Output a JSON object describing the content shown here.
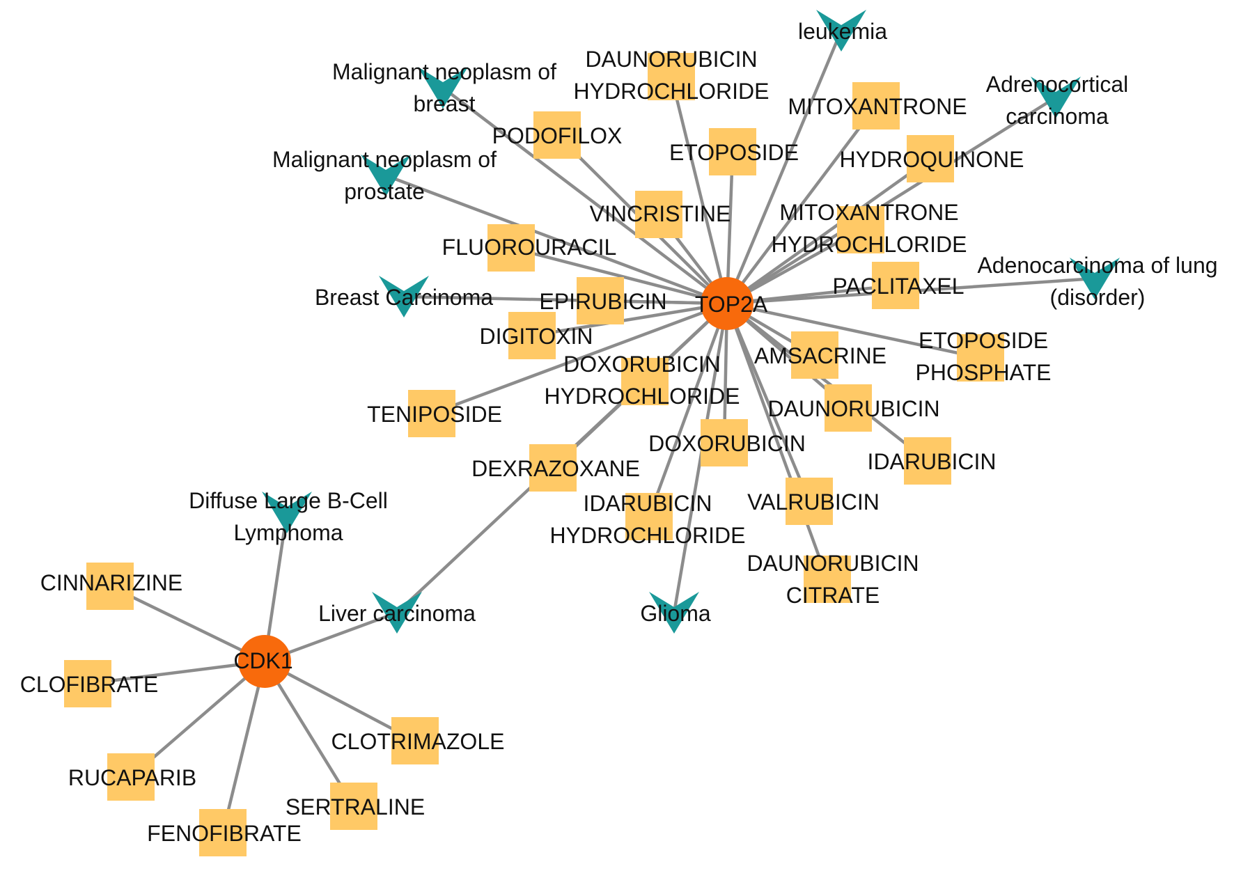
{
  "colors": {
    "edge": "#8c8c8c",
    "hub": "#f86a0c",
    "drug": "#ffc966",
    "disease": "#1a9999",
    "text": "#111111"
  },
  "legend_semantics": {
    "hub_shape": "circle",
    "drug_shape": "square",
    "disease_shape": "arrow-down"
  },
  "network": {
    "hubs": [
      {
        "id": "top2a",
        "label": "TOP2A"
      },
      {
        "id": "cdk1",
        "label": "CDK1"
      }
    ],
    "drugs": [
      {
        "id": "daunorubicin-hcl",
        "lines": [
          "DAUNORUBICIN",
          "HYDROCHLORIDE"
        ],
        "hub": "top2a"
      },
      {
        "id": "mitoxantrone",
        "lines": [
          "MITOXANTRONE"
        ],
        "hub": "top2a"
      },
      {
        "id": "podofilox",
        "lines": [
          "PODOFILOX"
        ],
        "hub": "top2a"
      },
      {
        "id": "etoposide",
        "lines": [
          "ETOPOSIDE"
        ],
        "hub": "top2a"
      },
      {
        "id": "hydroquinone",
        "lines": [
          "HYDROQUINONE"
        ],
        "hub": "top2a"
      },
      {
        "id": "vincristine",
        "lines": [
          "VINCRISTINE"
        ],
        "hub": "top2a"
      },
      {
        "id": "mitoxantrone-hcl",
        "lines": [
          "MITOXANTRONE",
          "HYDROCHLORIDE"
        ],
        "hub": "top2a"
      },
      {
        "id": "fluorouracil",
        "lines": [
          "FLUOROURACIL"
        ],
        "hub": "top2a"
      },
      {
        "id": "paclitaxel",
        "lines": [
          "PACLITAXEL"
        ],
        "hub": "top2a"
      },
      {
        "id": "epirubicin",
        "lines": [
          "EPIRUBICIN"
        ],
        "hub": "top2a"
      },
      {
        "id": "digitoxin",
        "lines": [
          "DIGITOXIN"
        ],
        "hub": "top2a"
      },
      {
        "id": "etoposide-phosphate",
        "lines": [
          "ETOPOSIDE",
          "PHOSPHATE"
        ],
        "hub": "top2a"
      },
      {
        "id": "amsacrine",
        "lines": [
          "AMSACRINE"
        ],
        "hub": "top2a"
      },
      {
        "id": "doxorubicin-hcl",
        "lines": [
          "DOXORUBICIN",
          "HYDROCHLORIDE"
        ],
        "hub": "top2a"
      },
      {
        "id": "teniposide",
        "lines": [
          "TENIPOSIDE"
        ],
        "hub": "top2a"
      },
      {
        "id": "daunorubicin",
        "lines": [
          "DAUNORUBICIN"
        ],
        "hub": "top2a"
      },
      {
        "id": "doxorubicin",
        "lines": [
          "DOXORUBICIN"
        ],
        "hub": "top2a"
      },
      {
        "id": "idarubicin",
        "lines": [
          "IDARUBICIN"
        ],
        "hub": "top2a"
      },
      {
        "id": "dexrazoxane",
        "lines": [
          "DEXRAZOXANE"
        ],
        "hub": "top2a"
      },
      {
        "id": "valrubicin",
        "lines": [
          "VALRUBICIN"
        ],
        "hub": "top2a"
      },
      {
        "id": "idarubicin-hcl",
        "lines": [
          "IDARUBICIN",
          "HYDROCHLORIDE"
        ],
        "hub": "top2a"
      },
      {
        "id": "daunorubicin-citrate",
        "lines": [
          "DAUNORUBICIN",
          "CITRATE"
        ],
        "hub": "top2a"
      },
      {
        "id": "cinnarizine",
        "lines": [
          "CINNARIZINE"
        ],
        "hub": "cdk1"
      },
      {
        "id": "clofibrate",
        "lines": [
          "CLOFIBRATE"
        ],
        "hub": "cdk1"
      },
      {
        "id": "clotrimazole",
        "lines": [
          "CLOTRIMAZOLE"
        ],
        "hub": "cdk1"
      },
      {
        "id": "rucaparib",
        "lines": [
          "RUCAPARIB"
        ],
        "hub": "cdk1"
      },
      {
        "id": "sertraline",
        "lines": [
          "SERTRALINE"
        ],
        "hub": "cdk1"
      },
      {
        "id": "fenofibrate",
        "lines": [
          "FENOFIBRATE"
        ],
        "hub": "cdk1"
      }
    ],
    "diseases": [
      {
        "id": "leukemia",
        "lines": [
          "leukemia"
        ],
        "hubs": [
          "top2a"
        ]
      },
      {
        "id": "mn-breast",
        "lines": [
          "Malignant neoplasm of",
          "breast"
        ],
        "hubs": [
          "top2a"
        ]
      },
      {
        "id": "adrenocortical",
        "lines": [
          "Adrenocortical",
          "carcinoma"
        ],
        "hubs": [
          "top2a"
        ]
      },
      {
        "id": "mn-prostate",
        "lines": [
          "Malignant neoplasm of",
          "prostate"
        ],
        "hubs": [
          "top2a"
        ]
      },
      {
        "id": "adeno-lung",
        "lines": [
          "Adenocarcinoma of lung",
          "(disorder)"
        ],
        "hubs": [
          "top2a"
        ]
      },
      {
        "id": "breast-carcinoma",
        "lines": [
          "Breast Carcinoma"
        ],
        "hubs": [
          "top2a"
        ]
      },
      {
        "id": "dlbcl",
        "lines": [
          "Diffuse Large B-Cell",
          "Lymphoma"
        ],
        "hubs": [
          "cdk1"
        ]
      },
      {
        "id": "liver-carcinoma",
        "lines": [
          "Liver carcinoma"
        ],
        "hubs": [
          "top2a",
          "cdk1"
        ]
      },
      {
        "id": "glioma",
        "lines": [
          "Glioma"
        ],
        "hubs": [
          "top2a"
        ]
      }
    ]
  }
}
